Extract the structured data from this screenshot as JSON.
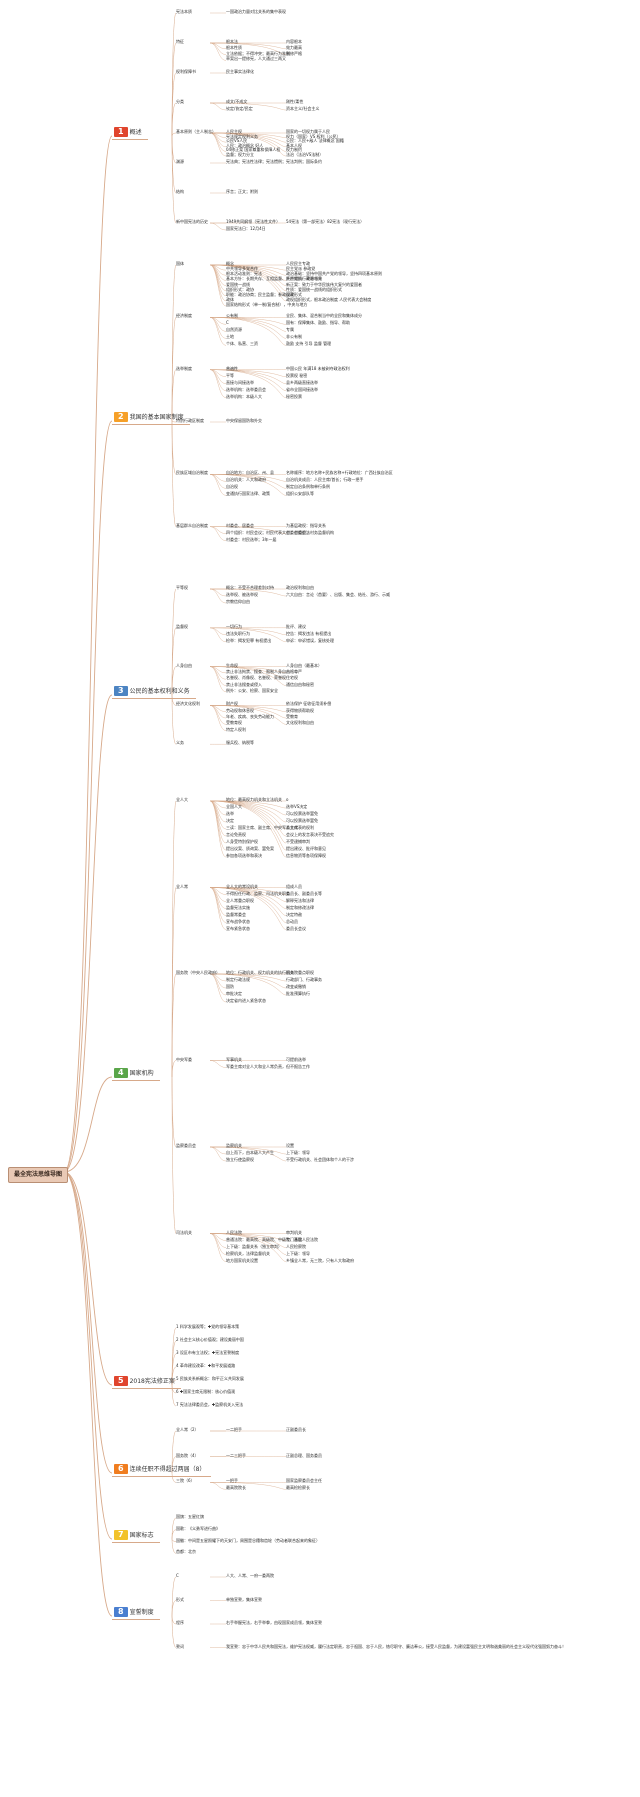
{
  "root": "最全宪法思维导图",
  "colors": {
    "accent_line": "#d7a98a",
    "root_bg": "#e9c9b5",
    "badge": [
      "#e0452d",
      "#f6a028",
      "#4c84c2",
      "#5aa64a",
      "#e0452d",
      "#f07d1f",
      "#f2c22a",
      "#4a7fd0"
    ]
  },
  "sections": [
    {
      "num": "1",
      "title": "概述",
      "lines": [
        [
          "宪法本质",
          "一国政治力量对比关系的集中表现"
        ],
        [
          "特征",
          "根本法",
          "内容根本",
          "根本性质",
          "效力最高",
          "立法依据；不得冲突；最高行为准则",
          "制修严格",
          "草案出一提修宪，人大通过三两又"
        ],
        [
          "权利保障书",
          "民主事实法律化"
        ],
        [
          "分类",
          "成文/不成文",
          "刚性/柔性",
          "钦定/协定/民定",
          "资本主义/社会主义"
        ],
        [
          "基本原则（主人制志）",
          "人民主权",
          "国家的一切权力属于人民",
          "宪法规定权利义务",
          "权力（国家）VS 权利（公民）",
          "公民VS人民",
          "公民：人民+敌人 法律概念 国籍",
          "人民：政治概念 好人",
          "基本人权",
          "04修正案 国家尊重和保障人权",
          "权力制约",
          "监督；权力分立",
          "法治（法治VS法制）",
          "法治：治理 动态 民的",
          "法制：制度 静态 器具"
        ],
        [
          "渊源",
          "宪法典；宪法性法律；宪法惯例；宪法判例；国际条约"
        ],
        [
          "结构",
          "序言；正文；附则"
        ],
        [
          "新中国宪法的历史",
          "1949共同纲领（宪法性文件）",
          "54宪法（第一部宪法）82宪法（现行宪法）",
          "国家宪法日：12月4日"
        ]
      ]
    },
    {
      "num": "2",
      "title": "我国的基本国家制度",
      "lines": [
        [
          "国体",
          "概念",
          "人民民主专政",
          "中共领导多党合作",
          "民主党派 参政党",
          "根本活动准则：宪法",
          "政治基础：坚持中国共产党的领导，坚持四项基本原则",
          "基本方针：长期共存、互相监督、肝胆相照、荣辱与共",
          "共产党执行政治领导",
          "爱国统一战线",
          "新正案：致力于中华民族伟大复兴的爱国者",
          "组织形式：政协",
          "性质：爱国统一战线的组织形式",
          "职能：政治协商；民主监督；参政议政",
          "国家形式",
          "政体",
          "政权组织形式，根本政治制度 人民代表大会制度",
          "国家结构形式（单一制/复合制），中央与地方"
        ],
        [
          "经济制度",
          "公有制",
          "全民、集体、混合制当中的全民和集体成分",
          "C",
          "国有：保障集体、鼓励、指导、帮助",
          "自然资源",
          "专属",
          "土地",
          "非公有制",
          "个体、私营、三资",
          "鼓励 支持 引导 监督 管理"
        ],
        [
          "选举制度",
          "普遍性",
          "中国公民 年满18 未被剥夺政治权利",
          "平等",
          "投票权 秘密",
          "直接与间接选举",
          "县乡两级直接选举",
          "选举机构：选举委员会",
          "省市全国间接选举",
          "选举机构：本级人大",
          "秘密投票"
        ],
        [
          "特别行政区制度",
          "中央保留国防和外交"
        ],
        [
          "民族区域自治制度",
          "自治地方：自治区、州、县",
          "名称顺序：地方名称+民族名称+行政地位：广西壮族自治区",
          "自治机关：人大和政府",
          "自治机关成员：人民主席/首长；行政一把手",
          "自治权",
          "制定自治条例和单行条例",
          "变通执行国家法律、政策",
          "组织公安部队等"
        ],
        [
          "基层群众自治制度",
          "村委会、居委会",
          "为基层政权：指导关系",
          "四个组织：村民会议；村民代表大会；村委会；村务监督机构",
          "村委会组织法",
          "村委会：村民选举；3年一届"
        ]
      ]
    },
    {
      "num": "3",
      "title": "公民的基本权利和义务",
      "lines": [
        [
          "平等权",
          "概念：不受不合理差别对待",
          "政治权利和自由",
          "选举权、被选举权",
          "六大自由：言论（首要）、出版、集会、结社、游行、示威",
          "宗教信仰自由"
        ],
        [
          "监督权",
          "一切行为",
          "批评、建议",
          "违法失职行为",
          "控告：揭发违法 有权提出",
          "检举：揭发犯罪 有权提出",
          "申诉：申诉错误，复核处理"
        ],
        [
          "人身自由",
          "生命权",
          "人身自由（最基本）",
          "禁止非法拘禁、搜查、限制人身自由",
          "人格尊严",
          "名誉权、肖像权、名誉权、荣誉权",
          "住宅权",
          "禁止非法搜查或侵入",
          "通信自由和秘密",
          "例外：公安、检察、国家安全"
        ],
        [
          "经济文化权利",
          "财产权",
          "依法保护 征收征用须补偿",
          "劳动权和休息权",
          "获得物质帮助权",
          "年老、疾病、丧失劳动能力",
          "受教育",
          "受教育权",
          "文化权利和自由",
          "特定人权利"
        ],
        [
          "义务",
          "服兵役、纳税等"
        ]
      ]
    },
    {
      "num": "4",
      "title": "国家机构",
      "lines": [
        [
          "全人大",
          "地位：最高权力机关和立法机关",
          "o",
          "全国人大",
          "选举VS决定",
          "选举",
          "可以投票选举罢免",
          "决定",
          "可以投票选举罢免",
          "三读：国家主席、副主席、中央军委主席",
          "人大代表的权利",
          "言论免责权",
          "会议上的发言表决不受追究",
          "人身受特别保护权",
          "不受逮捕审判",
          "提出议案、质询案、罢免案",
          "提出建议、批评和意见",
          "参加各项选举和表决",
          "信息物资等各项保障权"
        ],
        [
          "全人常",
          "全人大的常设机关",
          "组成人员",
          "不得担任行政、监察、司法机关职务",
          "委员长、副委员长等",
          "全人常重点职权",
          "解释宪法和法律",
          "监督宪法实施",
          "制定和修改法律",
          "监督常委会",
          "决定特赦",
          "宣布战争状态",
          "总动员",
          "宣布紧急状态",
          "委员长会议"
        ],
        [
          "国务院（中央人民政府）",
          "地位：行政机关、权力机关的执行机关",
          "国务院重点职权",
          "制定行政法规",
          "行政部门、行政事务",
          "国防",
          "改变或撤销",
          "审批决定",
          "批准预算执行",
          "决定省内进入紧急状态"
        ],
        [
          "中央军委",
          "军事机关",
          "可提前选举",
          "军委主席对全人大和全人常负责，但不报告工作"
        ],
        [
          "监察委员会",
          "监察机关",
          "设置",
          "自上而下，由本级人大产生",
          "上下级：领导",
          "独立行使监察权",
          "不受行政机关、社会团体和个人的干涉"
        ],
        [
          "司法机关",
          "人民法院",
          "审判机关",
          "普通法院：最高院、高级院、中级院、基层人民法院",
          "专门法院",
          "上下级：监督关系（独立审判）",
          "人民检察院",
          "检察机关，法律监督机关",
          "上下级：领导",
          "地方国家机关设置",
          "乡镇全人常，无三院，只有人大和政府"
        ]
      ]
    },
    {
      "num": "5",
      "title": "2018宪法修正案",
      "lines": [
        [
          "1 科学发展观等；✚党的领导基本策"
        ],
        [
          "2 社会主义核心价值观；建设美丽中国"
        ],
        [
          "3 设区市有立法权；✚宪法宣誓制度"
        ],
        [
          "4 革命建设改革：✚和平发展道路"
        ],
        [
          "5 民族关系新概念：和平正义共同发展"
        ],
        [
          "6 ✚国家主席无限制：核心价值观"
        ],
        [
          "7 宪法法律委员会，✚监察机关入宪法"
        ]
      ]
    },
    {
      "num": "6",
      "title": "连续任职不得超过两届（8）",
      "lines": [
        [
          "全人常（2）",
          "一二把手",
          "正副委员长"
        ],
        [
          "国务院（4）",
          "一二三把手",
          "正副总理、国务委员"
        ],
        [
          "三院（6）",
          "一把手",
          "国家监察委员会主任",
          "最高院院长",
          "最高检检察长"
        ]
      ]
    },
    {
      "num": "7",
      "title": "国家标志",
      "lines": [
        [
          "国旗：五星红旗"
        ],
        [
          "国歌：《义勇军进行曲》"
        ],
        [
          "国徽：中间是五星照耀下的天安门，周围是谷穗和齿轮（劳动者联合起来的象征）"
        ],
        [
          "首都：北京"
        ]
      ]
    },
    {
      "num": "8",
      "title": "宣誓制度",
      "lines": [
        [
          "C",
          "人大、人常、一府一委两院"
        ],
        [
          "形式",
          "单独宣誓，集体宣誓"
        ],
        [
          "程序",
          "右手举握宪法，右手举拳，由现国家成员领，集体宣誓"
        ],
        [
          "誓词",
          "我宣誓：忠于中华人民共和国宪法，维护宪法权威，履行法定职责，忠于祖国、忠于人民，恪尽职守、廉洁奉公，接受人民监督，为建设富强民主文明和谐美丽的社会主义现代化强国努力奋斗！"
        ]
      ]
    }
  ]
}
